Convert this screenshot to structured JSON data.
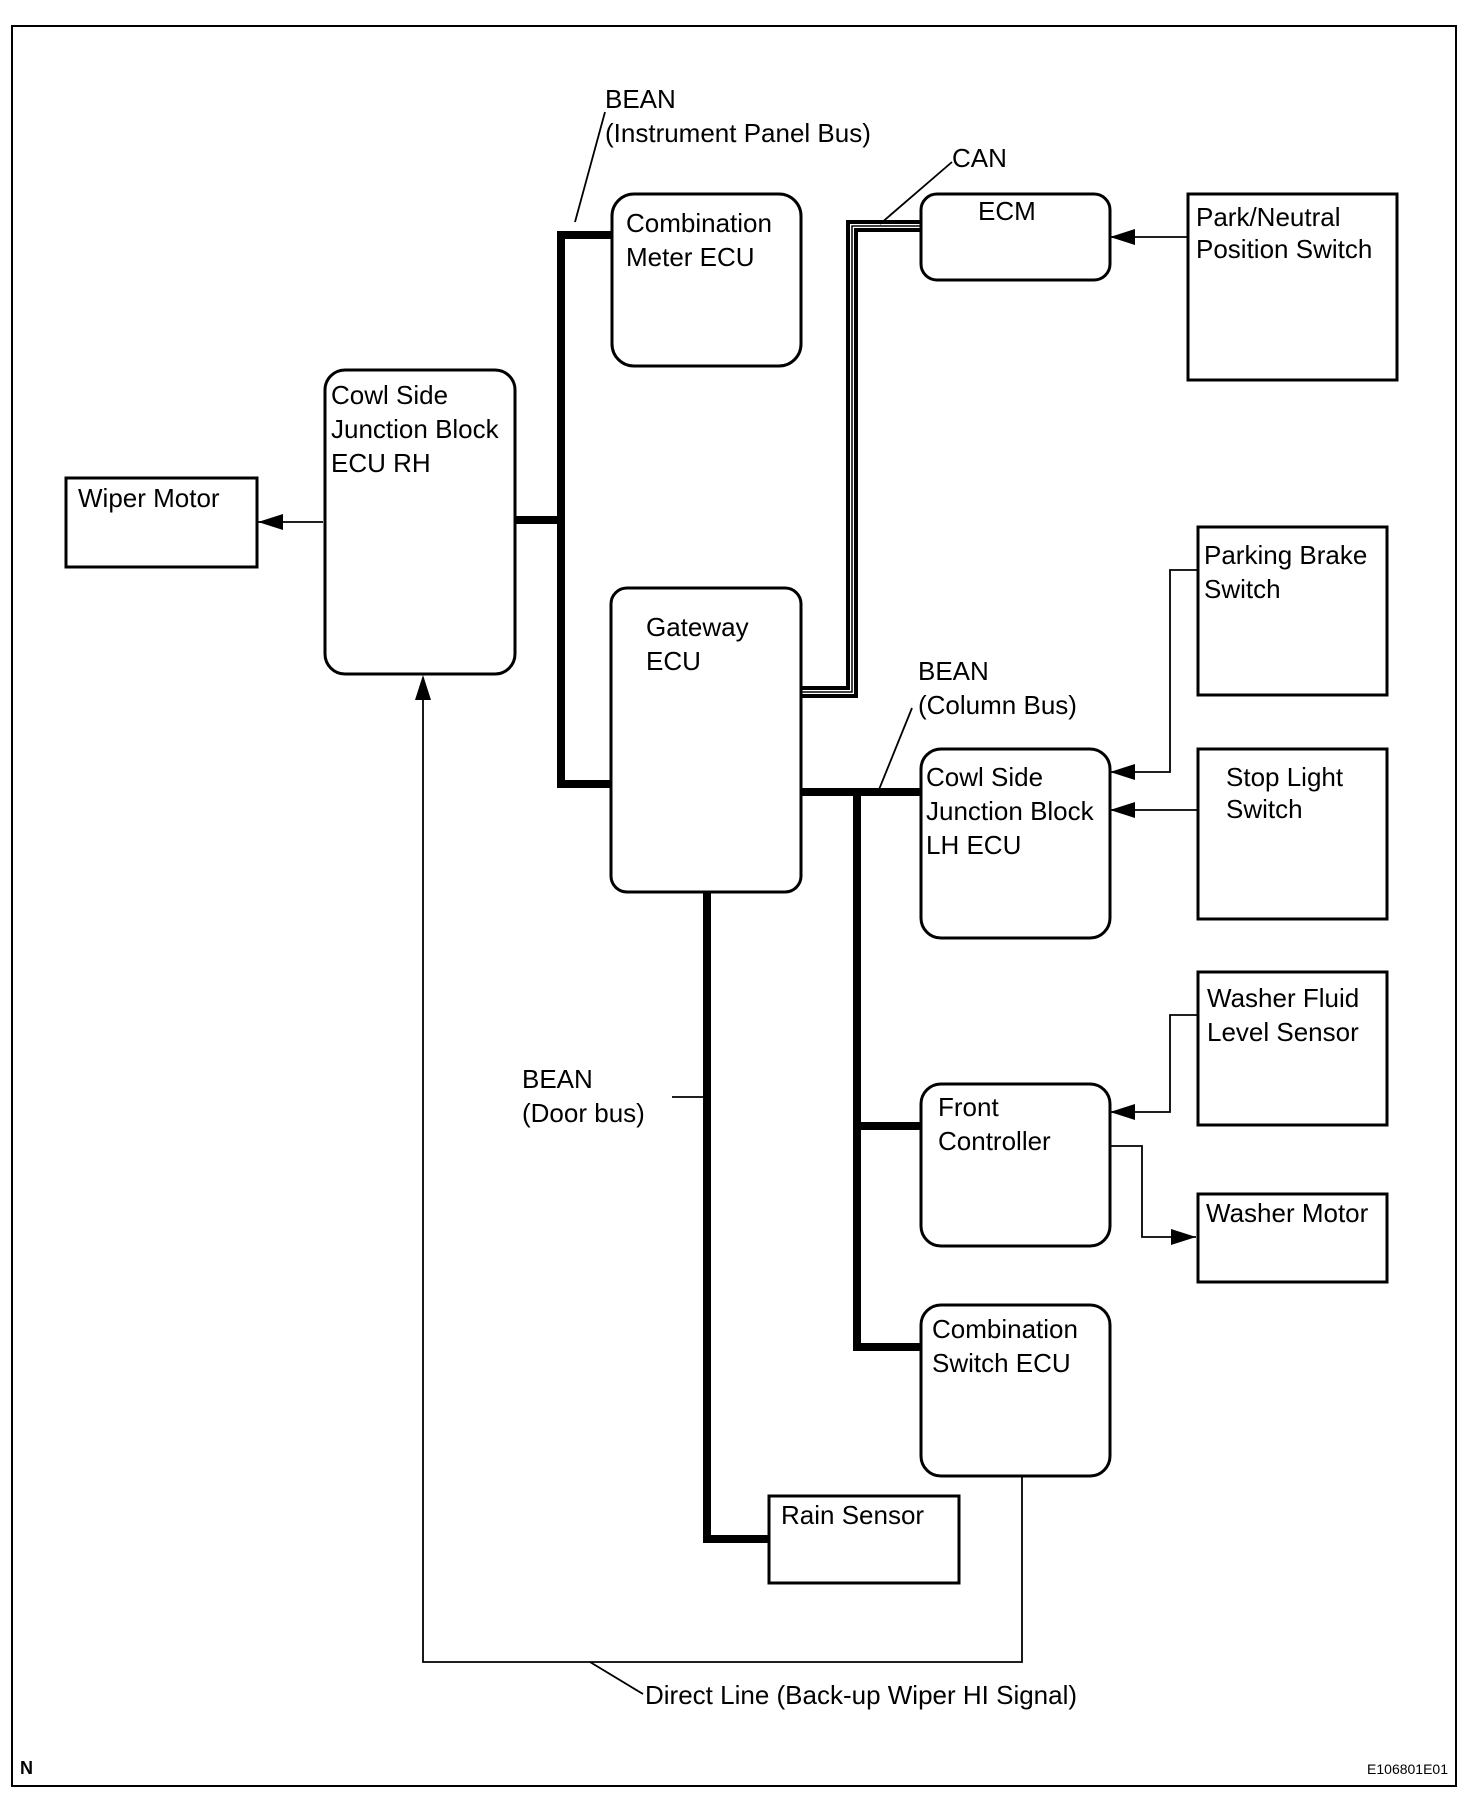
{
  "nodes": {
    "wiper_motor": [
      "Wiper Motor"
    ],
    "cowl_rh": [
      "Cowl Side",
      "Junction Block",
      "ECU RH"
    ],
    "combination_meter": [
      "Combination",
      "Meter ECU"
    ],
    "ecm": [
      "ECM"
    ],
    "park_neutral": [
      "Park/Neutral",
      "Position Switch"
    ],
    "gateway": [
      "Gateway",
      "ECU"
    ],
    "parking_brake": [
      "Parking Brake",
      "Switch"
    ],
    "cowl_lh": [
      "Cowl Side",
      "Junction Block",
      "LH ECU"
    ],
    "stop_light": [
      "Stop Light",
      "Switch"
    ],
    "washer_fluid": [
      "Washer Fluid",
      "Level Sensor"
    ],
    "front_controller": [
      "Front",
      "Controller"
    ],
    "washer_motor": [
      "Washer Motor"
    ],
    "combination_switch": [
      "Combination",
      "Switch ECU"
    ],
    "rain_sensor": [
      "Rain Sensor"
    ]
  },
  "buses": {
    "instrument_panel": [
      "BEAN",
      "(Instrument Panel Bus)"
    ],
    "can": [
      "CAN"
    ],
    "column": [
      "BEAN",
      "(Column Bus)"
    ],
    "door": [
      "BEAN",
      "(Door bus)"
    ],
    "direct_line": [
      "Direct Line (Back-up Wiper HI Signal)"
    ]
  },
  "corner": {
    "left": "N",
    "right": "E106801E01"
  }
}
